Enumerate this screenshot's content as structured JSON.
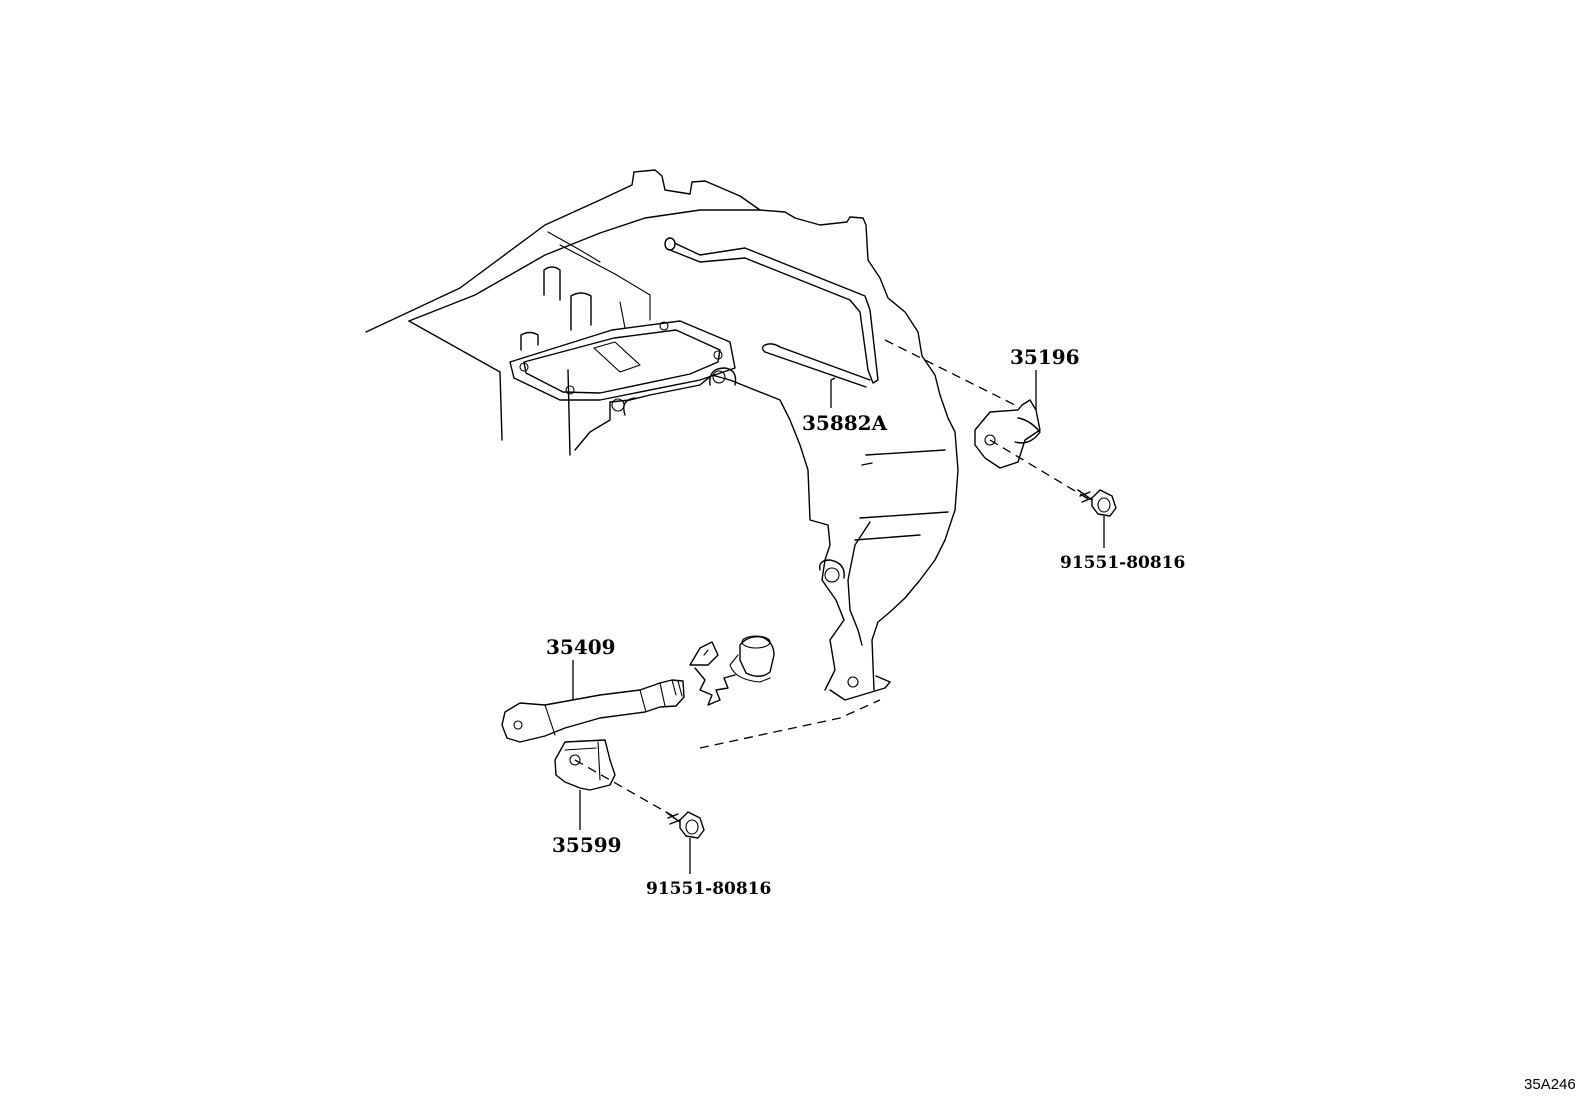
{
  "diagram": {
    "parts": {
      "p35196": "35196",
      "p35882A": "35882A",
      "p35409": "35409",
      "p35599": "35599",
      "bolt_upper": "91551-80816",
      "bolt_lower": "91551-80816"
    },
    "figure_id": "35A246"
  }
}
